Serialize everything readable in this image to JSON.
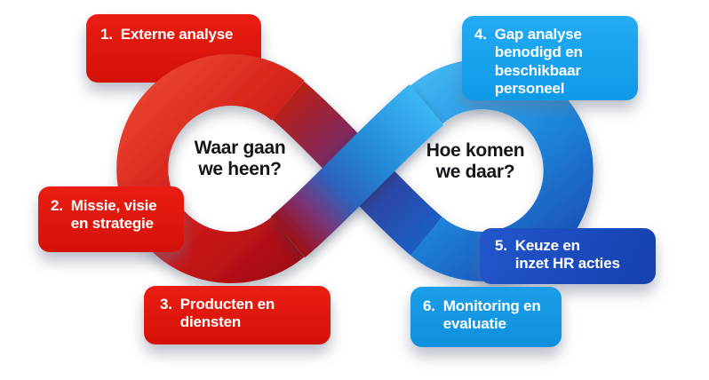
{
  "diagram": {
    "left_loop": {
      "question_line1": "Waar gaan",
      "question_line2": "we heen?",
      "ribbon_color_start": "#ee4934",
      "ribbon_color_end": "#960c12"
    },
    "right_loop": {
      "question_line1": "Hoe komen",
      "question_line2": "we daar?",
      "ribbon_color_start": "#46bcf5",
      "ribbon_color_end": "#143ea6"
    },
    "steps": [
      {
        "number": "1.",
        "lines": [
          "Externe analyse"
        ],
        "theme": "red"
      },
      {
        "number": "2.",
        "lines": [
          "Missie, visie",
          "en strategie"
        ],
        "theme": "red"
      },
      {
        "number": "3.",
        "lines": [
          "Producten en",
          "diensten"
        ],
        "theme": "red"
      },
      {
        "number": "4.",
        "lines": [
          "Gap analyse",
          "benodigd en",
          "beschikbaar",
          "personeel"
        ],
        "theme": "lightblue"
      },
      {
        "number": "5.",
        "lines": [
          "Keuze en",
          "inzet HR acties"
        ],
        "theme": "darkblue"
      },
      {
        "number": "6.",
        "lines": [
          "Monitoring en",
          "evaluatie"
        ],
        "theme": "lightblue"
      }
    ],
    "colors": {
      "red_box": "#e21511",
      "light_blue_box": "#18a4f0",
      "dark_blue_box": "#1a4dc0",
      "box_text": "#ffffff",
      "question_text": "#14151b"
    }
  }
}
